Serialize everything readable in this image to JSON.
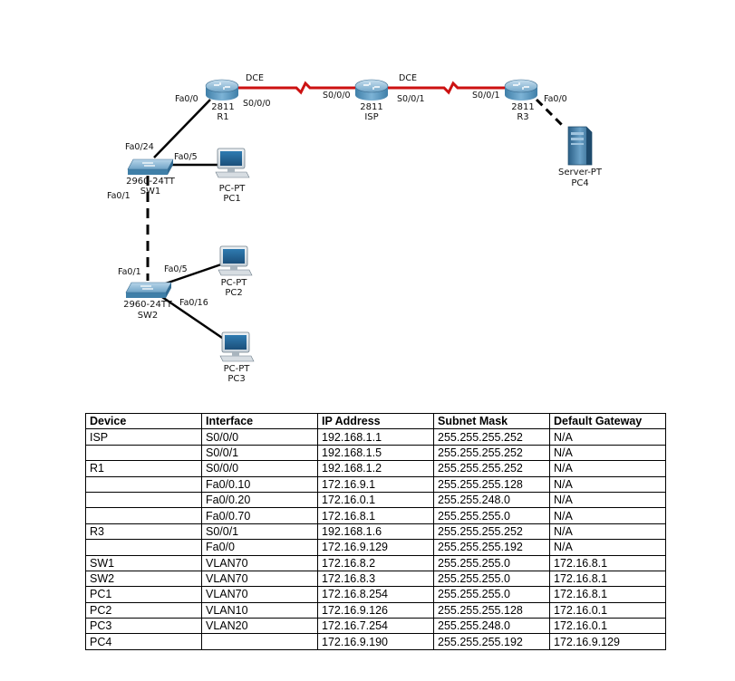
{
  "devices": {
    "r1": {
      "model": "2811",
      "name": "R1"
    },
    "isp": {
      "model": "2811",
      "name": "ISP"
    },
    "r3": {
      "model": "2811",
      "name": "R3"
    },
    "sw1": {
      "model": "2960-24TT",
      "name": "SW1"
    },
    "sw2": {
      "model": "2960-24TT",
      "name": "SW2"
    },
    "pc1": {
      "model": "PC-PT",
      "name": "PC1"
    },
    "pc2": {
      "model": "PC-PT",
      "name": "PC2"
    },
    "pc3": {
      "model": "PC-PT",
      "name": "PC3"
    },
    "pc4": {
      "model": "Server-PT",
      "name": "PC4"
    }
  },
  "port_labels": {
    "r1_fa00": "Fa0/0",
    "r1_s000": "S0/0/0",
    "dce1": "DCE",
    "isp_s000": "S0/0/0",
    "isp_s001": "S0/0/1",
    "dce2": "DCE",
    "r3_s001": "S0/0/1",
    "r3_fa00": "Fa0/0",
    "sw1_fa024": "Fa0/24",
    "sw1_fa05": "Fa0/5",
    "sw1_fa01": "Fa0/1",
    "sw2_fa01": "Fa0/1",
    "sw2_fa05": "Fa0/5",
    "sw2_fa016": "Fa0/16"
  },
  "colors": {
    "serial_link": "#cc1111",
    "ethernet_link": "#000000",
    "device_blue": "#4f8fb7"
  },
  "table": {
    "headers": [
      "Device",
      "Interface",
      "IP Address",
      "Subnet Mask",
      "Default Gateway"
    ],
    "rows": [
      [
        "ISP",
        "S0/0/0",
        "192.168.1.1",
        "255.255.255.252",
        "N/A"
      ],
      [
        "",
        "S0/0/1",
        "192.168.1.5",
        "255.255.255.252",
        "N/A"
      ],
      [
        "R1",
        "S0/0/0",
        "192.168.1.2",
        "255.255.255.252",
        "N/A"
      ],
      [
        "",
        "Fa0/0.10",
        "172.16.9.1",
        "255.255.255.128",
        "N/A"
      ],
      [
        "",
        "Fa0/0.20",
        "172.16.0.1",
        "255.255.248.0",
        "N/A"
      ],
      [
        "",
        "Fa0/0.70",
        "172.16.8.1",
        "255.255.255.0",
        "N/A"
      ],
      [
        "R3",
        "S0/0/1",
        "192.168.1.6",
        "255.255.255.252",
        "N/A"
      ],
      [
        "",
        "Fa0/0",
        "172.16.9.129",
        "255.255.255.192",
        "N/A"
      ],
      [
        "SW1",
        "VLAN70",
        "172.16.8.2",
        "255.255.255.0",
        "172.16.8.1"
      ],
      [
        "SW2",
        "VLAN70",
        "172.16.8.3",
        "255.255.255.0",
        "172.16.8.1"
      ],
      [
        "PC1",
        "VLAN70",
        "172.16.8.254",
        "255.255.255.0",
        "172.16.8.1"
      ],
      [
        "PC2",
        "VLAN10",
        "172.16.9.126",
        "255.255.255.128",
        "172.16.0.1"
      ],
      [
        "PC3",
        "VLAN20",
        "172.16.7.254",
        "255.255.248.0",
        "172.16.0.1"
      ],
      [
        "PC4",
        "",
        "172.16.9.190",
        "255.255.255.192",
        "172.16.9.129"
      ]
    ]
  }
}
